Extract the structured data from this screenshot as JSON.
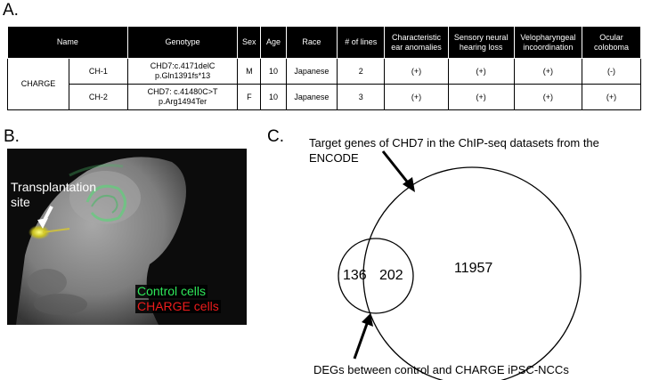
{
  "panels": {
    "a": "A.",
    "b": "B.",
    "c": "C."
  },
  "table": {
    "headers": [
      "Name",
      "Genotype",
      "Sex",
      "Age",
      "Race",
      "# of lines",
      "Characteristic ear anomalies",
      "Sensory neural hearing loss",
      "Velopharyngeal incoordination",
      "Ocular coloboma"
    ],
    "group": "CHARGE",
    "rows": [
      {
        "id": "CH-1",
        "genotype_1": "CHD7:c.4171delC",
        "genotype_2": "p.Gln1391fs*13",
        "sex": "M",
        "age": "10",
        "race": "Japanese",
        "lines": "2",
        "ear": "(+)",
        "hearing": "(+)",
        "velo": "(+)",
        "ocular": "(-)"
      },
      {
        "id": "CH-2",
        "genotype_1": "CHD7: c.41480C>T",
        "genotype_2": "p.Arg1494Ter",
        "sex": "F",
        "age": "10",
        "race": "Japanese",
        "lines": "3",
        "ear": "(+)",
        "hearing": "(+)",
        "velo": "(+)",
        "ocular": "(+)"
      }
    ]
  },
  "photo": {
    "transplant_label": "Transplantation site",
    "legend_control": "Control cells",
    "legend_charge": "CHARGE cells",
    "color_control": "#2ee85a",
    "color_charge": "#ee1c1c"
  },
  "venn": {
    "target_label": "Target genes of CHD7 in the ChIP-seq datasets from the ENCODE",
    "deg_label": "DEGs between control and CHARGE iPSC-NCCs",
    "left_only": "136",
    "overlap": "202",
    "right_only": "11957"
  }
}
